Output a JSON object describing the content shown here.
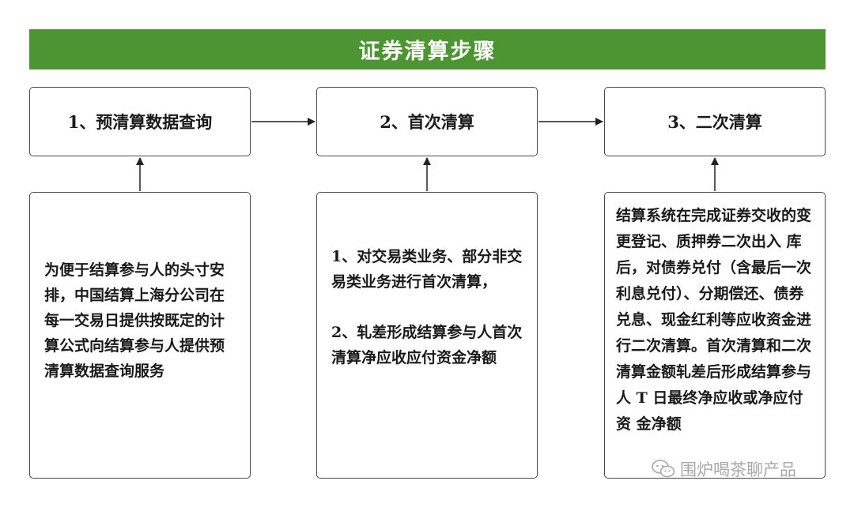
{
  "title": "证券清算步骤",
  "steps": [
    {
      "label": "1、预清算数据查询"
    },
    {
      "label": "2、首次清算"
    },
    {
      "label": "3、二次清算"
    }
  ],
  "descriptions": {
    "d1": "为便于结算参与人的头寸安排，中国结算上海分公司在每一交易日提供按既定的计算公式向结算参与人提供预清算数据查询服务",
    "d2_p1": "1、对交易类业务、部分非交易类业务进行首次清算，",
    "d2_p2": "2、轧差形成结算参与人首次清算净应收应付资金净额",
    "d3": "结算系统在完成证券交收的变更登记、质押券二次出入 库后，对债券兑付（含最后一次利息兑付）、分期偿还、债券 兑息、现金红利等应收资金进行二次清算。首次清算和二次 清算金额轧差后形成结算参与人 T 日最终净应收或净应付资 金净额"
  },
  "watermark": {
    "text": "围炉喝茶聊产品",
    "icon": "wechat-icon"
  },
  "colors": {
    "banner": "#4d9432",
    "border": "#4a4a4a",
    "arrow": "#222222"
  }
}
